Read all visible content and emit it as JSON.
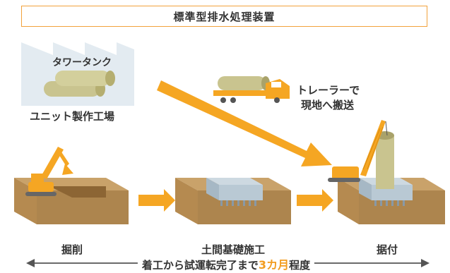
{
  "title": "標準型排水処理装置",
  "factory": {
    "tank_label": "タワータンク",
    "caption": "ユニット製作工場"
  },
  "transport": {
    "line1": "トレーラーで",
    "line2": "現地へ搬送"
  },
  "steps": [
    {
      "label": "掘削"
    },
    {
      "label": "土間基礎施工"
    },
    {
      "label": "据付"
    }
  ],
  "timeline": {
    "prefix": "着工から試運転完了まで",
    "highlight": "3カ月",
    "suffix": "程度"
  },
  "colors": {
    "accent": "#f5a623",
    "soil_top": "#c9a26a",
    "soil_side": "#a97e45",
    "tank": "#c9c48f",
    "concrete": "#b9c9d4",
    "factory": "#e3ebf1"
  }
}
